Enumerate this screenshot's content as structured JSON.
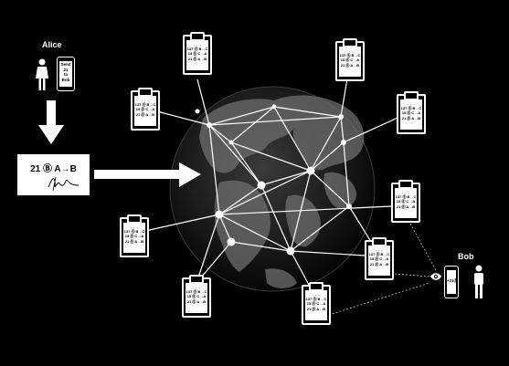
{
  "alice": {
    "name": "Alice",
    "phone_lines": [
      "Send",
      "21",
      "to",
      "Bob"
    ],
    "transaction": "21 Ⓑ A→B"
  },
  "bob": {
    "name": "Bob",
    "phone_text": "+21Ⓑ"
  },
  "ledger": {
    "lines": [
      "137 Ⓑ B→C",
      "15 Ⓑ C→A",
      "21 Ⓑ A→B"
    ]
  }
}
